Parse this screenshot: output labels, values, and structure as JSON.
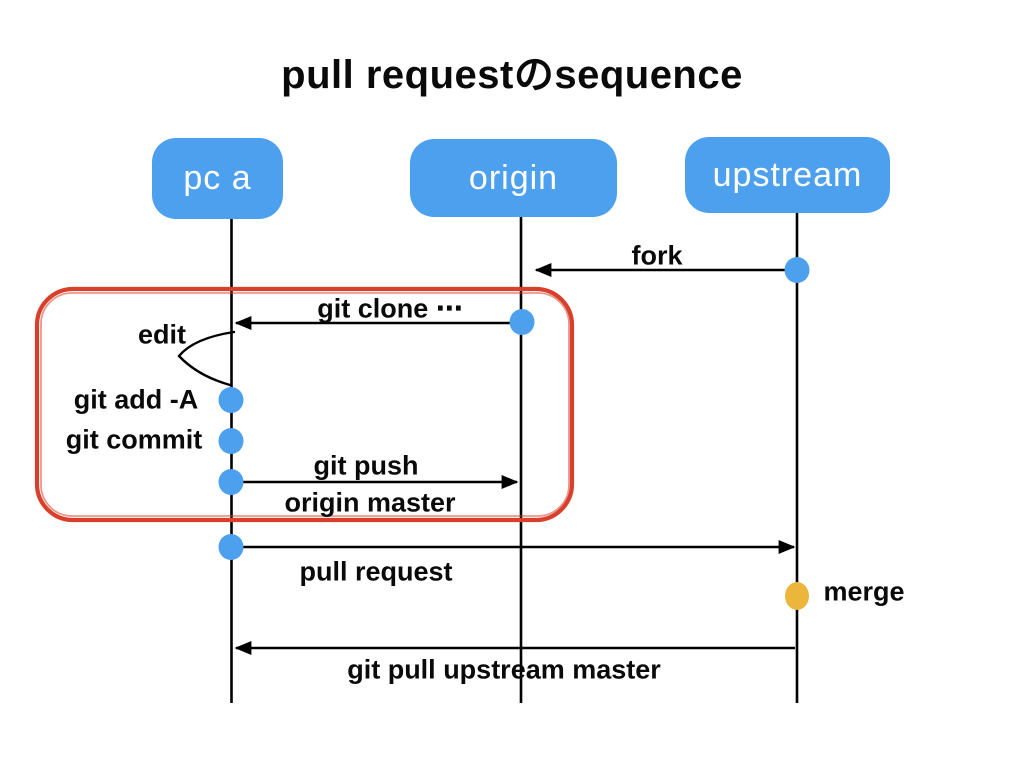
{
  "slide": {
    "title": "pull requestのsequence"
  },
  "actors": {
    "pc_a": {
      "label": "pc a"
    },
    "origin": {
      "label": "origin"
    },
    "upstream": {
      "label": "upstream"
    }
  },
  "messages": {
    "fork": "fork",
    "git_clone": "git clone ⋯",
    "edit": "edit",
    "git_add": "git add -A",
    "git_commit": "git commit",
    "git_push": "git push",
    "git_push_args": "origin master",
    "pull_request": "pull request",
    "merge": "merge",
    "git_pull": "git pull upstream master"
  },
  "colors": {
    "background": "#FFFFFF",
    "actor_fill": "#4DA0EE",
    "actor_text": "#FFFFFF",
    "event_dot": "#4DA0EE",
    "merge_dot": "#ECB63C",
    "highlight_frame": "#D8402C",
    "line": "#000000",
    "text": "#0A0A0A"
  }
}
